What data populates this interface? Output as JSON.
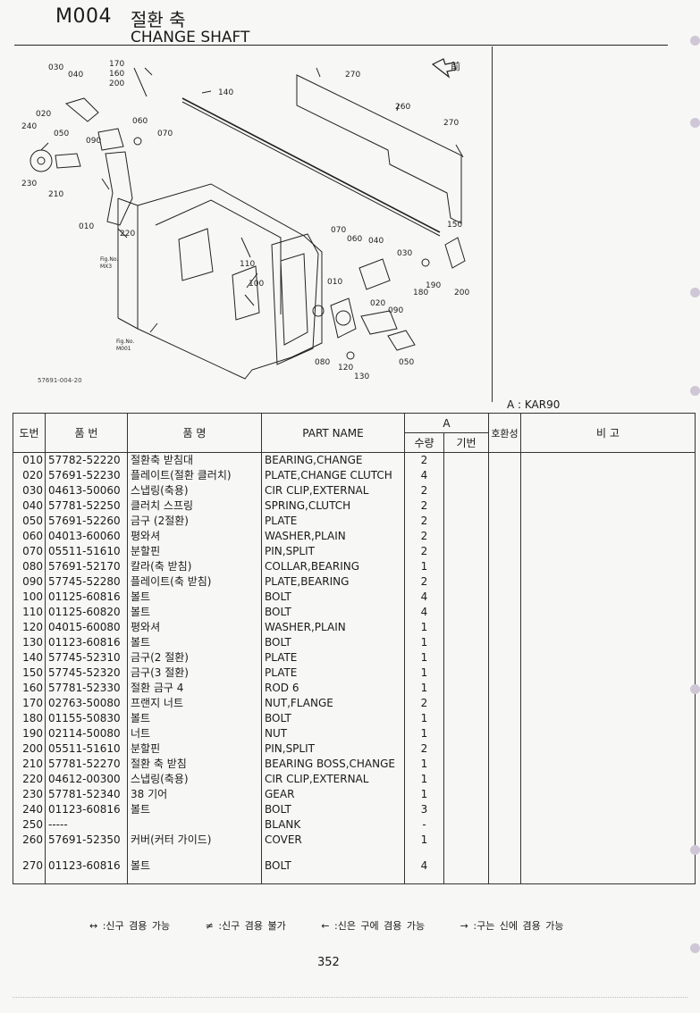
{
  "header": {
    "code": "M004",
    "title_ko": "절환 축",
    "title_en": "CHANGE SHAFT"
  },
  "diagram": {
    "figure_code": "57691-004-20",
    "front_label": "前",
    "fig_ref_1": "Fig.No.",
    "fig_ref_1b": "MX3",
    "fig_ref_2": "Fig.No.",
    "fig_ref_2b": "M001",
    "callouts": [
      "030",
      "040",
      "170",
      "160",
      "200",
      "140",
      "270",
      "020",
      "240",
      "050",
      "090",
      "060",
      "070",
      "260",
      "270",
      "230",
      "210",
      "010",
      "220",
      "150",
      "070",
      "060",
      "040",
      "030",
      "110",
      "100",
      "010",
      "020",
      "090",
      "190",
      "180",
      "200",
      "080",
      "120",
      "130",
      "050"
    ]
  },
  "model_label": "A : KAR90",
  "table": {
    "headers": {
      "no": "도번",
      "part_no": "품 번",
      "name_ko": "품 명",
      "part_name": "PART NAME",
      "group_a": "A",
      "qty": "수량",
      "base_no": "기번",
      "interchange": "호환성",
      "remarks": "비 고"
    },
    "rows": [
      {
        "no": "010",
        "part_no": "57782-52220",
        "name_ko": "절환축 받침대",
        "part_name": "BEARING,CHANGE",
        "qty": "2"
      },
      {
        "no": "020",
        "part_no": "57691-52230",
        "name_ko": "플레이트(절환 클러치)",
        "part_name": "PLATE,CHANGE CLUTCH",
        "qty": "4"
      },
      {
        "no": "030",
        "part_no": "04613-50060",
        "name_ko": "스냅링(축용)",
        "part_name": "CIR CLIP,EXTERNAL",
        "qty": "2"
      },
      {
        "no": "040",
        "part_no": "57781-52250",
        "name_ko": "클러치 스프링",
        "part_name": "SPRING,CLUTCH",
        "qty": "2"
      },
      {
        "no": "050",
        "part_no": "57691-52260",
        "name_ko": "금구 (2절환)",
        "part_name": "PLATE",
        "qty": "2"
      },
      {
        "no": "060",
        "part_no": "04013-60060",
        "name_ko": "평와셔",
        "part_name": "WASHER,PLAIN",
        "qty": "2"
      },
      {
        "no": "070",
        "part_no": "05511-51610",
        "name_ko": "분할핀",
        "part_name": "PIN,SPLIT",
        "qty": "2"
      },
      {
        "no": "080",
        "part_no": "57691-52170",
        "name_ko": "칼라(축 받침)",
        "part_name": "COLLAR,BEARING",
        "qty": "1"
      },
      {
        "no": "090",
        "part_no": "57745-52280",
        "name_ko": "플레이트(축 받침)",
        "part_name": "PLATE,BEARING",
        "qty": "2"
      },
      {
        "no": "100",
        "part_no": "01125-60816",
        "name_ko": "볼트",
        "part_name": "BOLT",
        "qty": "4"
      },
      {
        "no": "110",
        "part_no": "01125-60820",
        "name_ko": "볼트",
        "part_name": "BOLT",
        "qty": "4"
      },
      {
        "no": "120",
        "part_no": "04015-60080",
        "name_ko": "평와셔",
        "part_name": "WASHER,PLAIN",
        "qty": "1"
      },
      {
        "no": "130",
        "part_no": "01123-60816",
        "name_ko": "볼트",
        "part_name": "BOLT",
        "qty": "1"
      },
      {
        "no": "140",
        "part_no": "57745-52310",
        "name_ko": "금구(2 절환)",
        "part_name": "PLATE",
        "qty": "1"
      },
      {
        "no": "150",
        "part_no": "57745-52320",
        "name_ko": "금구(3 절환)",
        "part_name": "PLATE",
        "qty": "1"
      },
      {
        "no": "160",
        "part_no": "57781-52330",
        "name_ko": "절환 금구 4",
        "part_name": "ROD 6",
        "qty": "1"
      },
      {
        "no": "170",
        "part_no": "02763-50080",
        "name_ko": "프랜지 너트",
        "part_name": "NUT,FLANGE",
        "qty": "2"
      },
      {
        "no": "180",
        "part_no": "01155-50830",
        "name_ko": "볼트",
        "part_name": "BOLT",
        "qty": "1"
      },
      {
        "no": "190",
        "part_no": "02114-50080",
        "name_ko": "너트",
        "part_name": "NUT",
        "qty": "1"
      },
      {
        "no": "200",
        "part_no": "05511-51610",
        "name_ko": "분할핀",
        "part_name": "PIN,SPLIT",
        "qty": "2"
      },
      {
        "no": "210",
        "part_no": "57781-52270",
        "name_ko": "절환 축 받침",
        "part_name": "BEARING BOSS,CHANGE",
        "qty": "1"
      },
      {
        "no": "220",
        "part_no": "04612-00300",
        "name_ko": "스냅링(축용)",
        "part_name": "CIR CLIP,EXTERNAL",
        "qty": "1"
      },
      {
        "no": "230",
        "part_no": "57781-52340",
        "name_ko": "38 기어",
        "part_name": "GEAR",
        "qty": "1"
      },
      {
        "no": "240",
        "part_no": "01123-60816",
        "name_ko": "볼트",
        "part_name": "BOLT",
        "qty": "3"
      },
      {
        "no": "250",
        "part_no": "-----",
        "name_ko": "",
        "part_name": "BLANK",
        "qty": "-"
      },
      {
        "no": "260",
        "part_no": "57691-52350",
        "name_ko": "커버(커터 가이드)",
        "part_name": "COVER",
        "qty": "1"
      },
      {
        "no": "270",
        "part_no": "01123-60816",
        "name_ko": "볼트",
        "part_name": "BOLT",
        "qty": "4"
      }
    ]
  },
  "legend": [
    "↔ :신구 겸용 가능",
    "≠ :신구 겸용 불가",
    "← :신은 구에 겸용 가능",
    "→ :구는 신에 겸용 가능"
  ],
  "page_number": "352"
}
